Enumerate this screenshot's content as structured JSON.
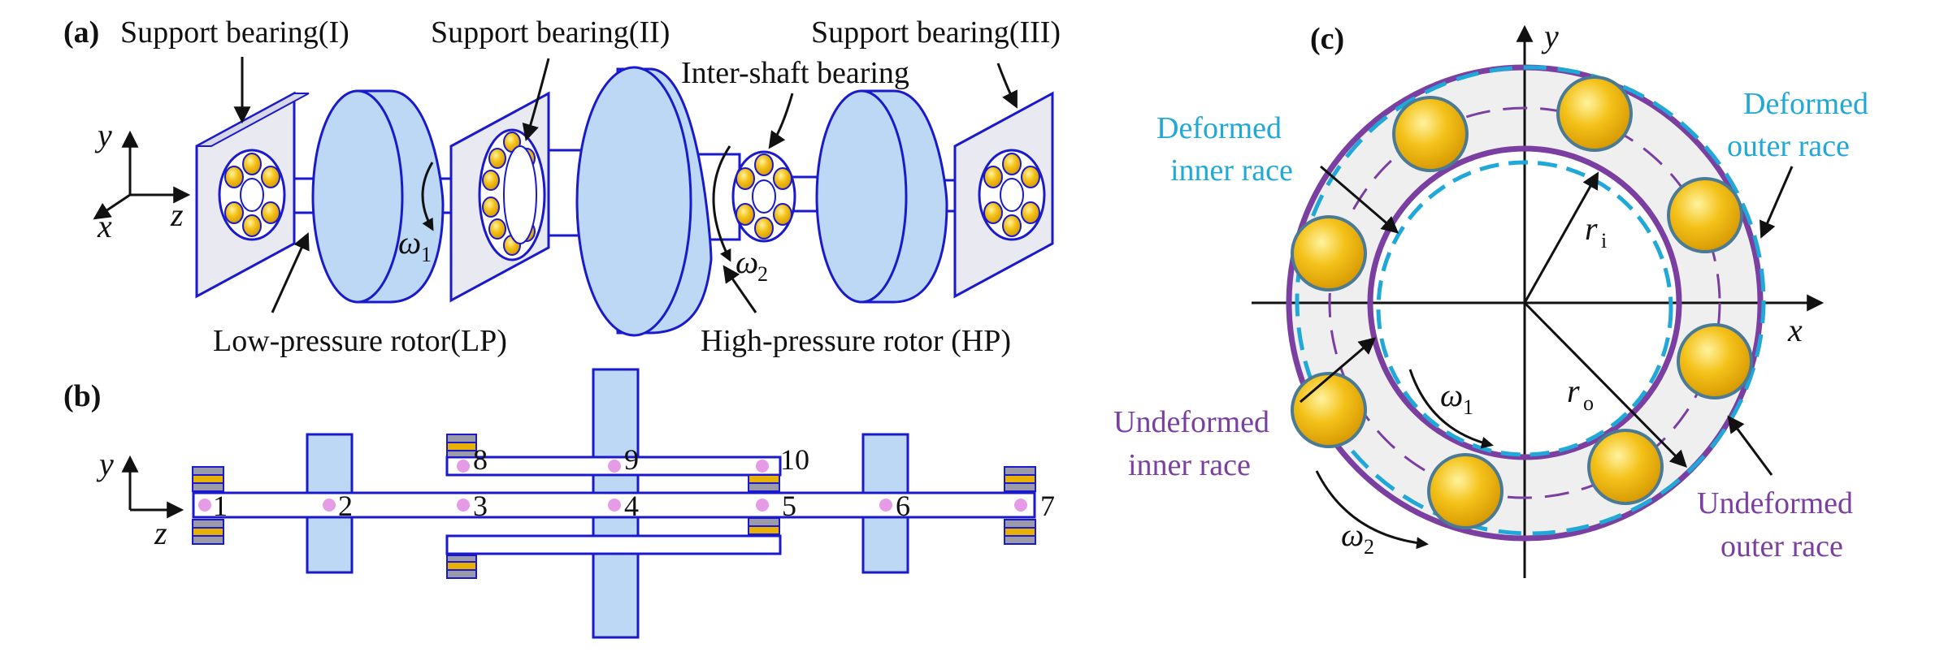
{
  "panels": {
    "a": {
      "tag": "(a)",
      "support_bearing_1": "Support bearing(I)",
      "support_bearing_2": "Support bearing(II)",
      "support_bearing_3": "Support bearing(III)",
      "inter_shaft_bearing": "Inter-shaft bearing",
      "lp_rotor": "Low-pressure rotor(LP)",
      "hp_rotor": "High-pressure rotor (HP)",
      "axis_y": "y",
      "axis_x": "x",
      "axis_z": "z",
      "omega": "ω",
      "omega1_sub": "1",
      "omega2_sub": "2"
    },
    "b": {
      "tag": "(b)",
      "axis_y": "y",
      "axis_z": "z",
      "nodes": [
        "1",
        "2",
        "3",
        "4",
        "5",
        "6",
        "7",
        "8",
        "9",
        "10"
      ]
    },
    "c": {
      "tag": "(c)",
      "axis_y": "y",
      "axis_x": "x",
      "deformed_inner_1": "Deformed",
      "deformed_inner_2": "inner race",
      "deformed_outer_1": "Deformed",
      "deformed_outer_2": "outer race",
      "undeformed_inner_1": "Undeformed",
      "undeformed_inner_2": "inner race",
      "undeformed_outer_1": "Undeformed",
      "undeformed_outer_2": "outer race",
      "r": "r",
      "ri_sub": "i",
      "ro_sub": "o",
      "omega": "ω",
      "omega1_sub": "1",
      "omega2_sub": "2"
    }
  },
  "colors": {
    "outline": "#1a1acc",
    "disk_fill": "#bcd8f5",
    "ball_fill": "#e8b000",
    "race_purple": "#7a3fa0",
    "race_cyan": "#1fa8d8",
    "node_dot": "#e69be6"
  }
}
